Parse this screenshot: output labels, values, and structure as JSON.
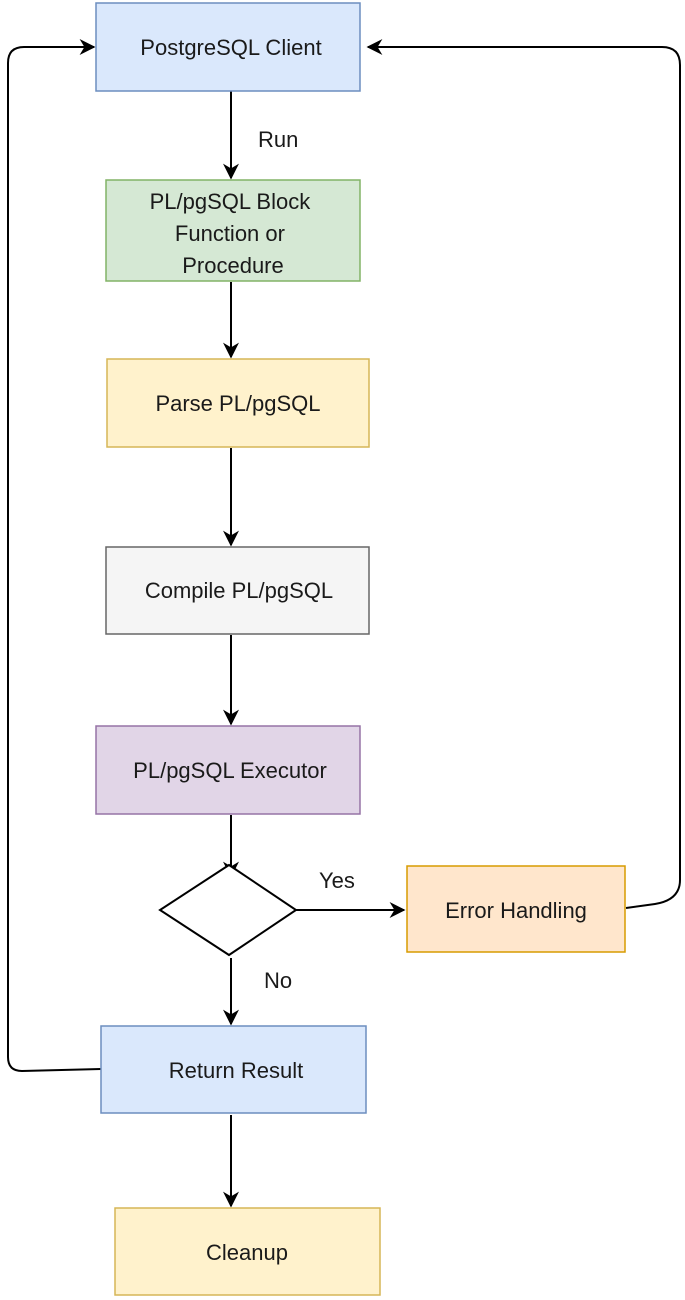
{
  "nodes": {
    "client": {
      "label": [
        "PostgreSQL Client"
      ],
      "fill": "#dae8fc",
      "stroke": "#6c8ebf"
    },
    "block": {
      "label": [
        "PL/pgSQL Block",
        "Function or",
        "Procedure"
      ],
      "fill": "#d5e8d4",
      "stroke": "#82b366"
    },
    "parse": {
      "label": [
        "Parse PL/pgSQL"
      ],
      "fill": "#fff2cc",
      "stroke": "#d6b656"
    },
    "compile": {
      "label": [
        "Compile PL/pgSQL"
      ],
      "fill": "#f5f5f5",
      "stroke": "#666666",
      "text_color": "#333333"
    },
    "executor": {
      "label": [
        "PL/pgSQL Executor"
      ],
      "fill": "#e1d5e7",
      "stroke": "#9673a6"
    },
    "decision": {
      "label": [],
      "fill": "#ffffff",
      "stroke": "#000000"
    },
    "error": {
      "label": [
        "Error Handling"
      ],
      "fill": "#ffe6cc",
      "stroke": "#d79b00"
    },
    "result": {
      "label": [
        "Return Result"
      ],
      "fill": "#dae8fc",
      "stroke": "#6c8ebf"
    },
    "cleanup": {
      "label": [
        "Cleanup"
      ],
      "fill": "#fff2cc",
      "stroke": "#d6b656"
    }
  },
  "edges": {
    "client_block": "Run",
    "block_parse": "",
    "parse_compile": "",
    "compile_executor": "",
    "executor_decision": "",
    "decision_error": "Yes",
    "decision_result": "No",
    "error_client": "",
    "result_client": "",
    "result_cleanup": ""
  }
}
